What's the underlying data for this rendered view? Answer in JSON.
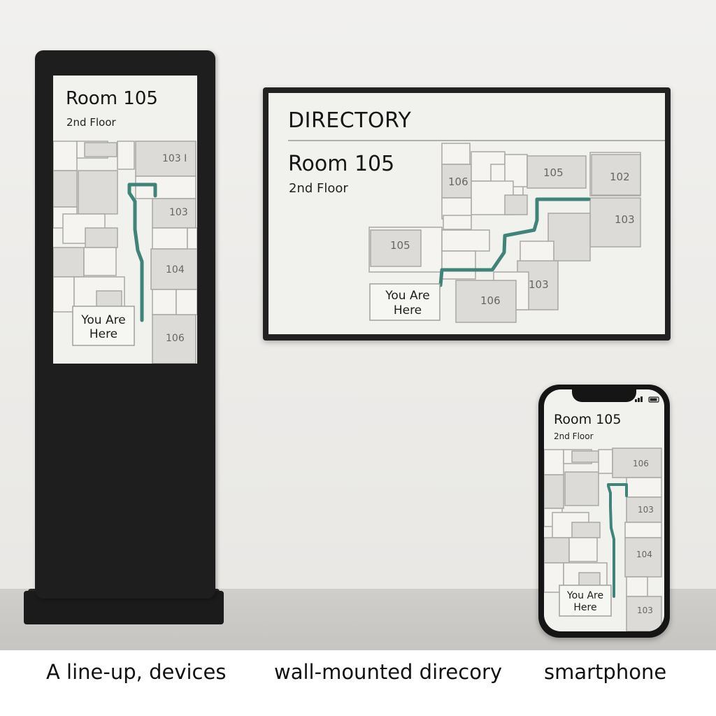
{
  "kiosk": {
    "title": "Room 105",
    "floor": "2nd Floor",
    "rooms": [
      "103 I",
      "103",
      "104",
      "106"
    ],
    "here_line1": "You Are",
    "here_line2": "Here"
  },
  "wall_display": {
    "heading": "DIRECTORY",
    "title": "Room 105",
    "floor": "2nd Floor",
    "rooms": [
      "106",
      "105",
      "102",
      "103",
      "105",
      "103",
      "106"
    ],
    "here_line1": "You Are",
    "here_line2": "Here"
  },
  "phone": {
    "title": "Room 105",
    "floor": "2nd Floor",
    "rooms": [
      "106",
      "103",
      "104",
      "103"
    ],
    "here_line1": "You Are",
    "here_line2": "Here"
  },
  "captions": {
    "left": "A line-up, devices",
    "middle": "wall-mounted direcory",
    "right": "smartphone"
  },
  "colors": {
    "route": "#3e8478",
    "device_frame": "#1e1e1e",
    "screen_bg": "#f1f1ee"
  }
}
